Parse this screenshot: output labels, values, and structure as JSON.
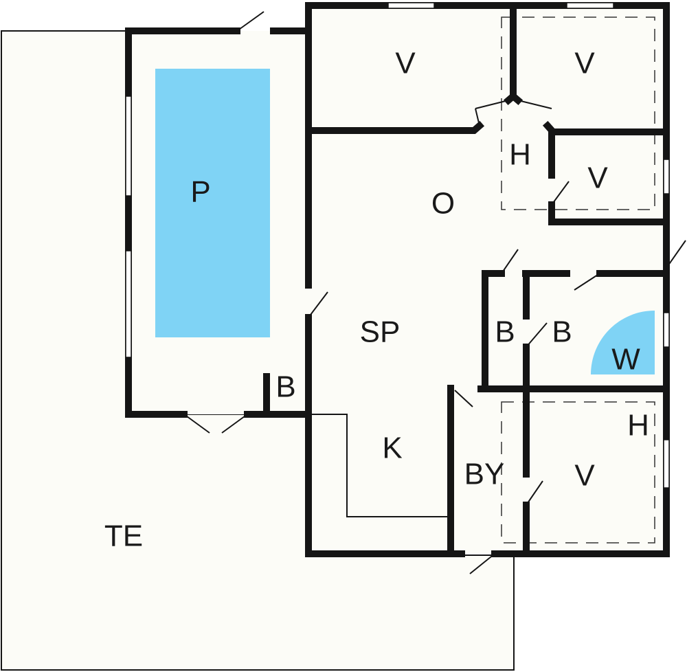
{
  "colors": {
    "pool": "#7fd3f5",
    "floor": "#fcfcf7",
    "wall": "#151515"
  },
  "labels": {
    "pool": "P",
    "bedroom1": "V",
    "bedroom2": "V",
    "bedroom3": "V",
    "bedroom4": "V",
    "loft1": "H",
    "loft2": "H",
    "living": "O",
    "dining": "SP",
    "kitchen": "K",
    "bath_pool": "B",
    "bath1": "B",
    "bath2": "B",
    "whirlpool": "W",
    "utility": "BY",
    "terrace": "TE"
  }
}
